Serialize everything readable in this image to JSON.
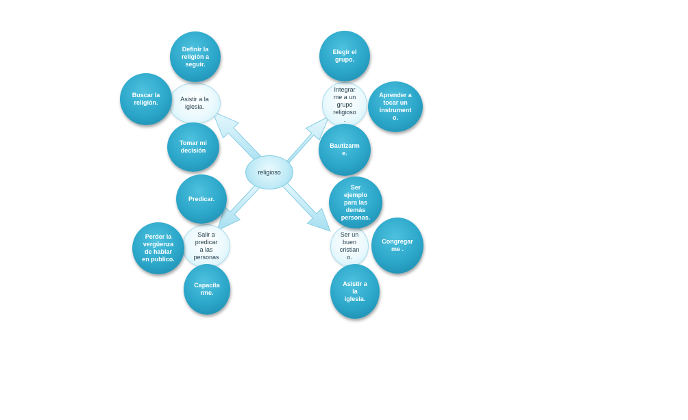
{
  "center": {
    "label": "religioso"
  },
  "groups": {
    "top_left": {
      "hub": "Asistir a la iglesia.",
      "items": [
        "Definir la religión a seguir.",
        "Buscar la religión.",
        "Tomar mi decisión"
      ]
    },
    "top_right": {
      "hub": "Integrar me a un grupo religioso .",
      "items": [
        "Elegir el grupo.",
        "Aprender a tocar un instrument o.",
        "Bautizarm e."
      ]
    },
    "bottom_left": {
      "hub": "Salir a predicar a las personas",
      "items": [
        "Predicar.",
        "Perder la vergüenza de hablar en publico.",
        "Capacita rme."
      ]
    },
    "bottom_right": {
      "hub": "Ser un buen cristian o.",
      "items": [
        "Ser ejemplo para las demás personas.",
        "Congregar me .",
        "Asistir a la iglesia."
      ]
    }
  },
  "colors": {
    "node_fill": "#2ba6c9",
    "hub_fill": "#eaf9fd",
    "arrow_fill": "#bfe9f5",
    "arrow_stroke": "#86cde3"
  }
}
